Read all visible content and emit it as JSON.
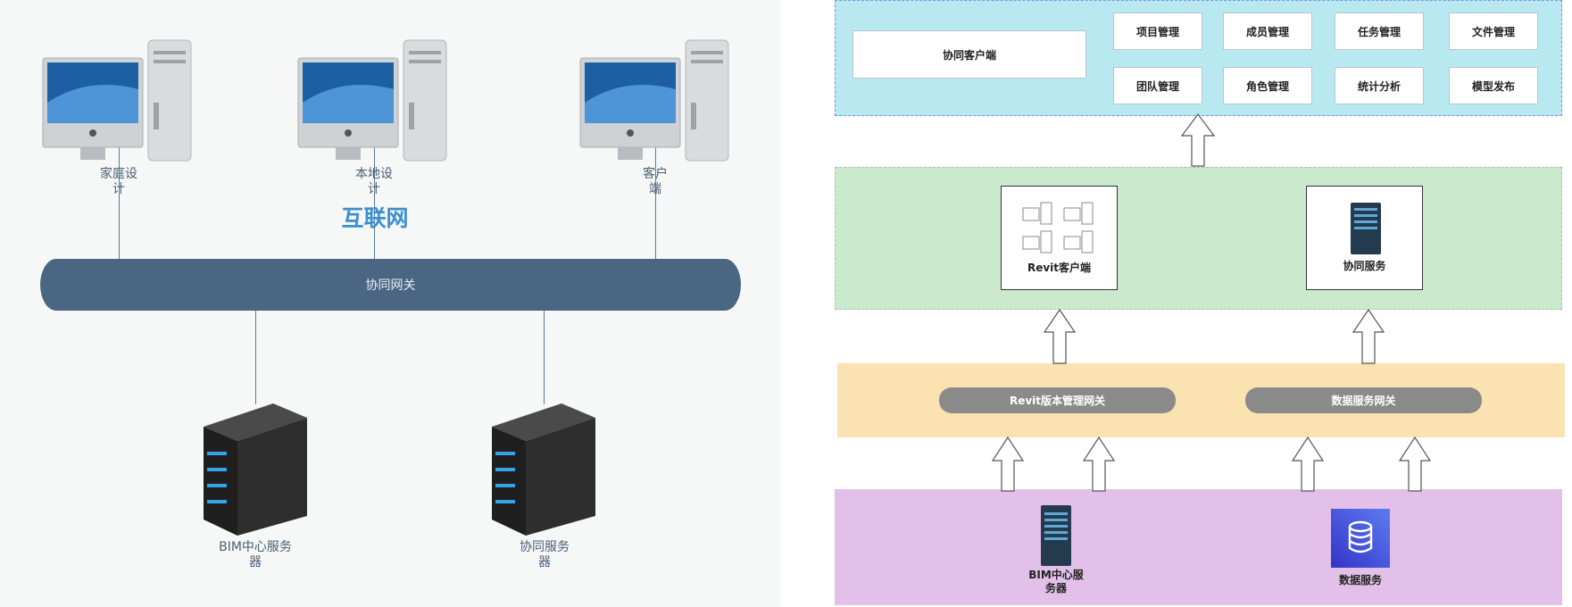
{
  "left": {
    "computers": [
      {
        "label": "家庭设\n计"
      },
      {
        "label": "本地设\n计"
      },
      {
        "label": "客户\n端"
      }
    ],
    "internet_label": "互联网",
    "gateway_label": "协同网关",
    "servers": [
      {
        "label": "BIM中心服务\n器"
      },
      {
        "label": "协同服务\n器"
      }
    ]
  },
  "right": {
    "top_layer": {
      "client_label": "协同客户端",
      "modules": [
        "项目管理",
        "成员管理",
        "任务管理",
        "文件管理",
        "团队管理",
        "角色管理",
        "统计分析",
        "模型发布"
      ]
    },
    "middle_layer": {
      "revit_client_label": "Revit客户端",
      "collab_service_label": "协同服务"
    },
    "gateway_layer": {
      "revit_gateway_label": "Revit版本管理网关",
      "data_gateway_label": "数据服务网关"
    },
    "bottom_layer": {
      "bim_server_label": "BIM中心服\n务器",
      "data_service_label": "数据服务"
    }
  },
  "colors": {
    "gateway": "#4a6682",
    "internet_text": "#3d8fd0",
    "top_layer": "#b9e9f0",
    "middle_layer": "#cbe9cc",
    "gateway_layer": "#fbe2b1",
    "bottom_layer": "#e2c0ea",
    "pill": "#8a8a8a"
  }
}
